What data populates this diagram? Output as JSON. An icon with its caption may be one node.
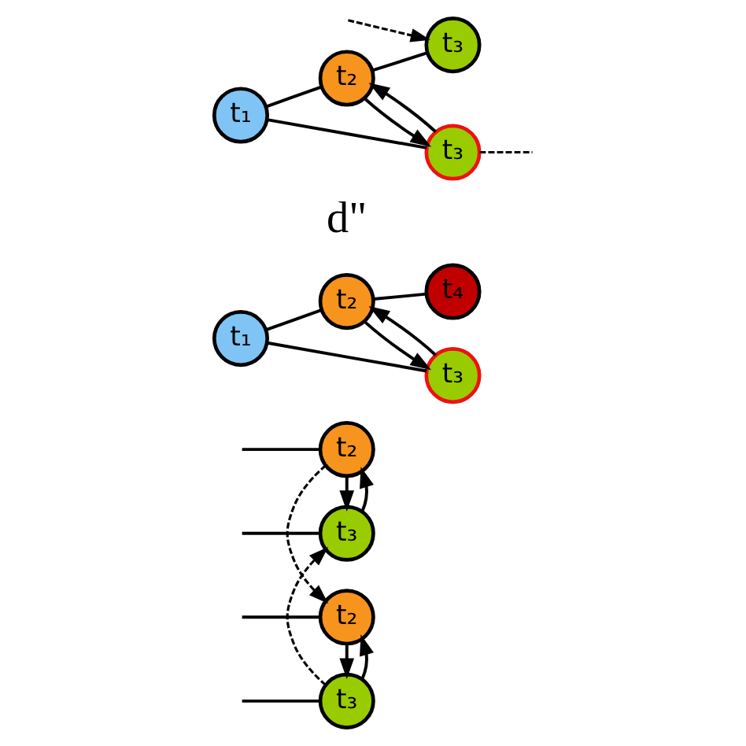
{
  "diagram": {
    "nodes": [
      {
        "text": [
          "t₂"
        ]
      },
      {
        "text": [
          "t₃"
        ]
      },
      {
        "text": [
          "t₂"
        ]
      },
      {
        "text": [
          "t₃"
        ]
      },
      {
        "text": [
          "t₁"
        ]
      },
      {
        "text": [
          "t₂"
        ]
      },
      {
        "text": [
          "t₄"
        ]
      },
      {
        "text": [
          "t₃"
        ]
      },
      {
        "text": [
          "t₁"
        ]
      },
      {
        "text": [
          "t₂"
        ]
      },
      {
        "text": [
          "t₃"
        ]
      },
      {
        "text": [
          "t₃"
        ]
      }
    ],
    "edges": [
      {
        "from": null,
        "to": 0,
        "arrow": "none"
      },
      {
        "from": null,
        "to": 1,
        "arrow": "none"
      },
      {
        "from": null,
        "to": 2,
        "arrow": "none"
      },
      {
        "from": null,
        "to": 3,
        "arrow": "none"
      },
      {
        "from": 1,
        "to": 0,
        "arrow": "to"
      },
      {
        "from": 0,
        "to": 1,
        "arrow": "to"
      },
      {
        "from": 3,
        "to": 2,
        "arrow": "to"
      },
      {
        "from": 2,
        "to": 3,
        "arrow": "to"
      },
      {
        "from": 0,
        "to": 2,
        "arrow": "to",
        "style": "dashed"
      },
      {
        "from": 3,
        "to": 1,
        "arrow": "to",
        "style": "dashed"
      },
      {
        "from": 4,
        "to": 5,
        "arrow": "none"
      },
      {
        "from": 5,
        "to": 6,
        "arrow": "none"
      },
      {
        "from": 4,
        "to": 7,
        "arrow": "none"
      },
      {
        "from": 7,
        "to": 5,
        "arrow": "to"
      },
      {
        "from": 5,
        "to": 7,
        "arrow": "to"
      },
      {
        "from": 8,
        "to": 9,
        "arrow": "none"
      },
      {
        "from": 9,
        "to": 10,
        "arrow": "none"
      },
      {
        "from": 8,
        "to": 11,
        "arrow": "none"
      },
      {
        "from": 11,
        "to": 9,
        "arrow": "to"
      },
      {
        "from": 9,
        "to": 11,
        "arrow": "to"
      },
      {
        "from": 11,
        "to": null,
        "arrow": "none",
        "style": "dashed"
      },
      {
        "from": null,
        "to": 10,
        "arrow": "to",
        "style": "dashed"
      }
    ],
    "labels": [
      "d\""
    ]
  }
}
